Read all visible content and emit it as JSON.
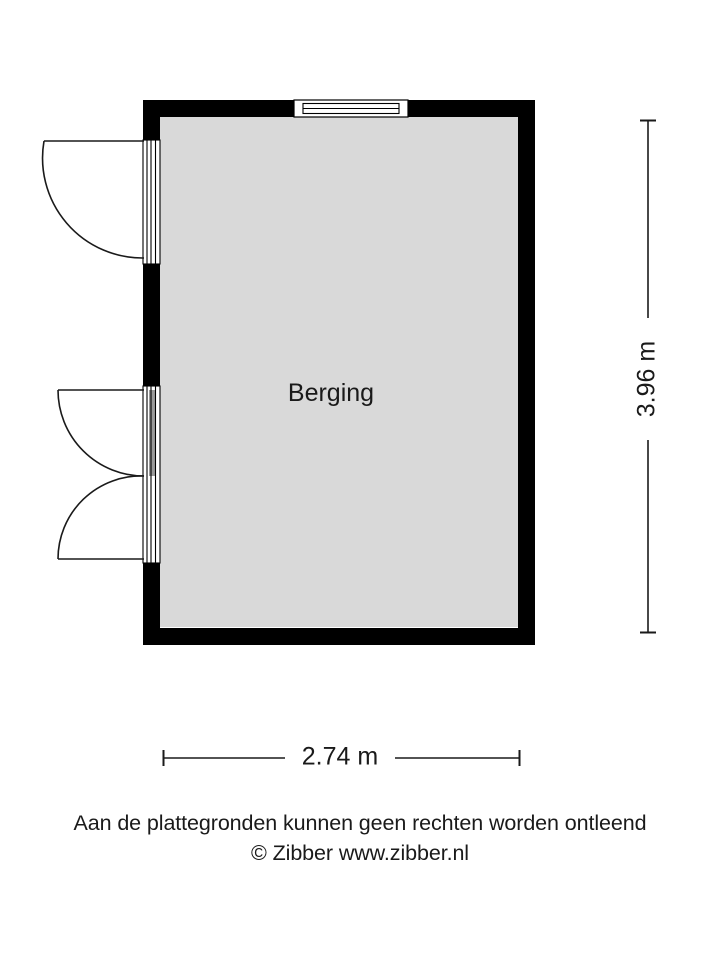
{
  "plan": {
    "room": {
      "label": "Berging",
      "fill_color": "#d9d9d9",
      "wall_color": "#000000"
    },
    "dimensions": {
      "vertical": {
        "value": "3.96 m",
        "orientation": "vertical"
      },
      "horizontal": {
        "value": "2.74 m",
        "orientation": "horizontal"
      }
    },
    "openings": [
      {
        "name": "window-top",
        "type": "window",
        "wall": "top"
      },
      {
        "name": "door-upper-left",
        "type": "single-door",
        "wall": "left"
      },
      {
        "name": "door-lower-left",
        "type": "double-door",
        "wall": "left"
      }
    ]
  },
  "footer": {
    "disclaimer": "Aan de plattegronden kunnen geen rechten worden ontleend",
    "copyright": "© Zibber www.zibber.nl"
  }
}
